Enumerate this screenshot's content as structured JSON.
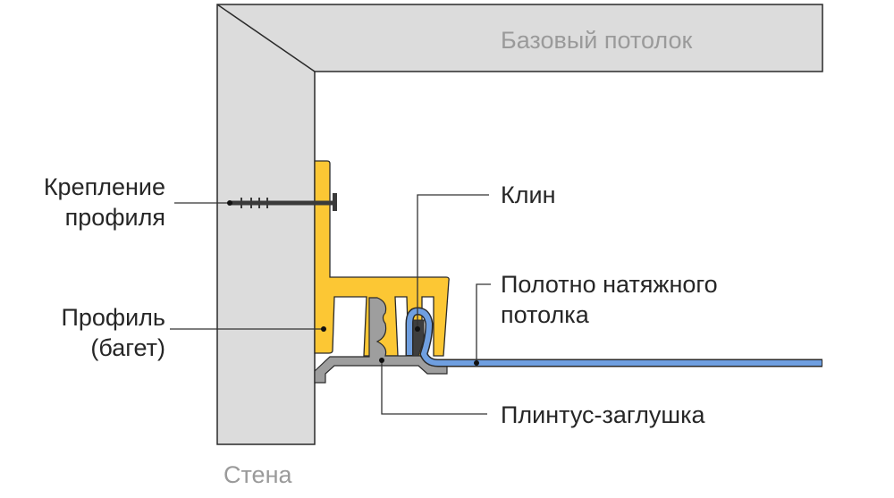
{
  "labels": {
    "ceiling": "Базовый потолок",
    "wall": "Стена",
    "mount_line1": "Крепление",
    "mount_line2": "профиля",
    "profile_line1": "Профиль",
    "profile_line2": "(багет)",
    "wedge": "Клин",
    "canvas_line1": "Полотно натяжного",
    "canvas_line2": "потолка",
    "plinth": "Плинтус-заглушка"
  },
  "colors": {
    "structure": "#dcdcdc",
    "profile": "#fcc734",
    "canvas": "#6f9fe0",
    "plinth": "#9e9e9e",
    "wedge": "#3e3e3e",
    "outline": "#2a2a2a"
  }
}
